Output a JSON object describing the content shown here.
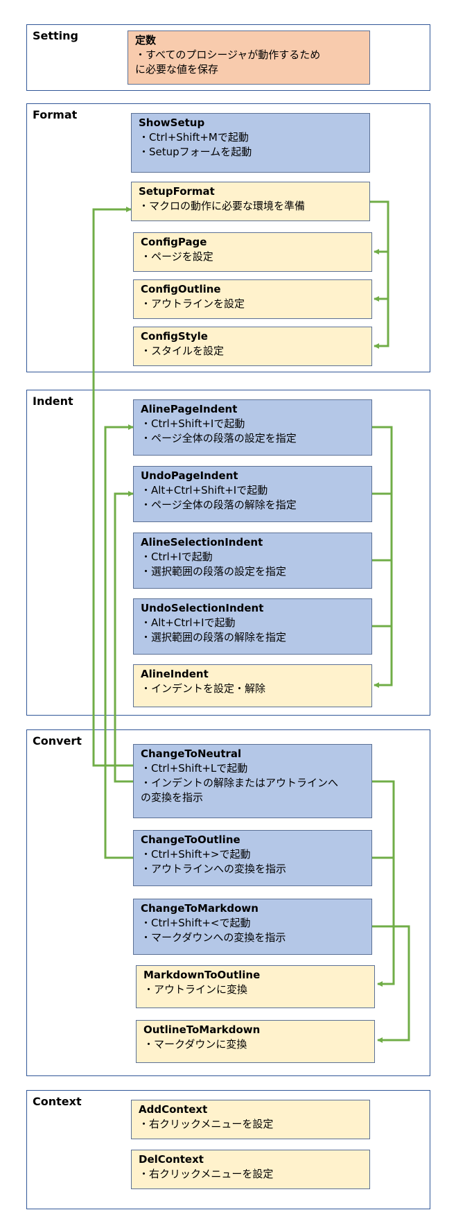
{
  "sections": {
    "setting": {
      "title": "Setting",
      "boxes": [
        {
          "title": "定数",
          "lines": [
            "・すべてのプロシージャが動作するため",
            "に必要な値を保存"
          ],
          "color": "orange"
        }
      ]
    },
    "format": {
      "title": "Format",
      "boxes": [
        {
          "title": "ShowSetup",
          "lines": [
            "・Ctrl+Shift+Mで起動",
            "・Setupフォームを起動"
          ],
          "color": "blue"
        },
        {
          "title": "SetupFormat",
          "lines": [
            "・マクロの動作に必要な環境を準備"
          ],
          "color": "yellow"
        },
        {
          "title": "ConfigPage",
          "lines": [
            "・ページを設定"
          ],
          "color": "yellow"
        },
        {
          "title": "ConfigOutline",
          "lines": [
            "・アウトラインを設定"
          ],
          "color": "yellow"
        },
        {
          "title": "ConfigStyle",
          "lines": [
            "・スタイルを設定"
          ],
          "color": "yellow"
        }
      ]
    },
    "indent": {
      "title": "Indent",
      "boxes": [
        {
          "title": "AlinePageIndent",
          "lines": [
            "・Ctrl+Shift+Iで起動",
            "・ページ全体の段落の設定を指定"
          ],
          "color": "blue"
        },
        {
          "title": "UndoPageIndent",
          "lines": [
            "・Alt+Ctrl+Shift+Iで起動",
            "・ページ全体の段落の解除を指定"
          ],
          "color": "blue"
        },
        {
          "title": "AlineSelectionIndent",
          "lines": [
            "・Ctrl+Iで起動",
            "・選択範囲の段落の設定を指定"
          ],
          "color": "blue"
        },
        {
          "title": "UndoSelectionIndent",
          "lines": [
            "・Alt+Ctrl+Iで起動",
            "・選択範囲の段落の解除を指定"
          ],
          "color": "blue"
        },
        {
          "title": "AlineIndent",
          "lines": [
            "・インデントを設定・解除"
          ],
          "color": "yellow"
        }
      ]
    },
    "convert": {
      "title": "Convert",
      "boxes": [
        {
          "title": "ChangeToNeutral",
          "lines": [
            "・Ctrl+Shift+Lで起動",
            "・インデントの解除またはアウトラインへ",
            "の変換を指示"
          ],
          "color": "blue"
        },
        {
          "title": "ChangeToOutline",
          "lines": [
            "・Ctrl+Shift+>で起動",
            "・アウトラインへの変換を指示"
          ],
          "color": "blue"
        },
        {
          "title": "ChangeToMarkdown",
          "lines": [
            "・Ctrl+Shift+<で起動",
            "・マークダウンへの変換を指示"
          ],
          "color": "blue"
        },
        {
          "title": "MarkdownToOutline",
          "lines": [
            "・アウトラインに変換"
          ],
          "color": "yellow"
        },
        {
          "title": "OutlineToMarkdown",
          "lines": [
            "・マークダウンに変換"
          ],
          "color": "yellow"
        }
      ]
    },
    "context": {
      "title": "Context",
      "boxes": [
        {
          "title": "AddContext",
          "lines": [
            "・右クリックメニューを設定"
          ],
          "color": "yellow"
        },
        {
          "title": "DelContext",
          "lines": [
            "・右クリックメニューを設定"
          ],
          "color": "yellow"
        }
      ]
    }
  },
  "colors": {
    "blue_box": "#b4c7e7",
    "yellow_box": "#fff2cc",
    "orange_box": "#f8cbad",
    "section_border": "#2f5597",
    "arrow": "#70ad47"
  }
}
